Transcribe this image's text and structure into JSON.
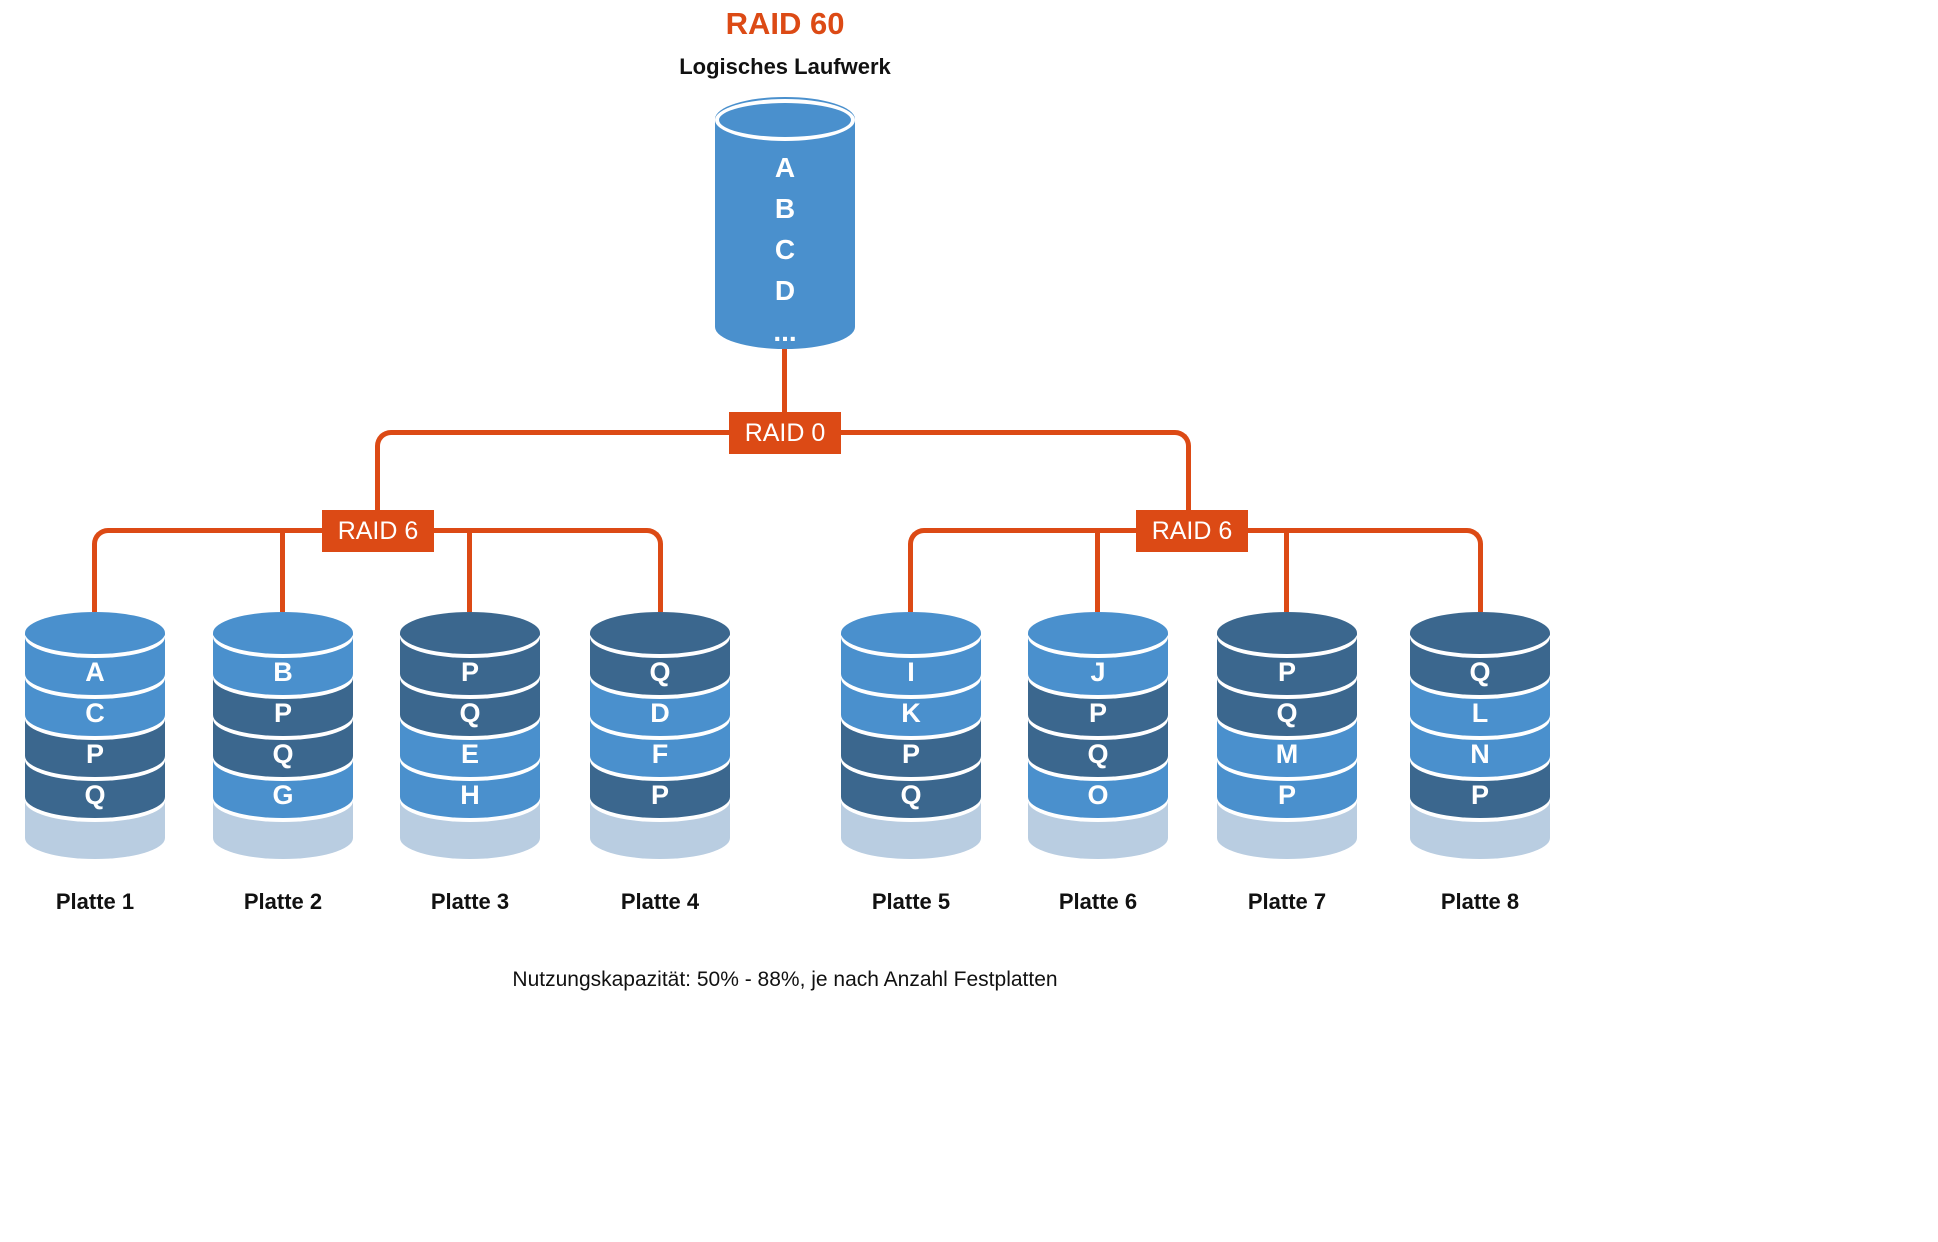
{
  "title": "RAID 60",
  "subtitle": "Logisches Laufwerk",
  "caption": "Nutzungskapazität: 50% - 88%, je nach Anzahl Festplatten",
  "colors": {
    "orange": "#dc4a15",
    "lightblue": "#4a90cd",
    "darkblue": "#3b678e",
    "base": "#b9cde1"
  },
  "logical_drive": {
    "blocks": [
      "A",
      "B",
      "C",
      "D",
      "..."
    ]
  },
  "nodes": {
    "raid0": "RAID 0",
    "raid6_left": "RAID 6",
    "raid6_right": "RAID 6"
  },
  "disks": [
    {
      "label": "Platte 1",
      "segments": [
        {
          "text": "A",
          "type": "data"
        },
        {
          "text": "C",
          "type": "data"
        },
        {
          "text": "P",
          "type": "parity"
        },
        {
          "text": "Q",
          "type": "parity"
        }
      ]
    },
    {
      "label": "Platte 2",
      "segments": [
        {
          "text": "B",
          "type": "data"
        },
        {
          "text": "P",
          "type": "parity"
        },
        {
          "text": "Q",
          "type": "parity"
        },
        {
          "text": "G",
          "type": "data"
        }
      ]
    },
    {
      "label": "Platte 3",
      "segments": [
        {
          "text": "P",
          "type": "parity"
        },
        {
          "text": "Q",
          "type": "parity"
        },
        {
          "text": "E",
          "type": "data"
        },
        {
          "text": "H",
          "type": "data"
        }
      ]
    },
    {
      "label": "Platte 4",
      "segments": [
        {
          "text": "Q",
          "type": "parity"
        },
        {
          "text": "D",
          "type": "data"
        },
        {
          "text": "F",
          "type": "data"
        },
        {
          "text": "P",
          "type": "parity"
        }
      ]
    },
    {
      "label": "Platte 5",
      "segments": [
        {
          "text": "I",
          "type": "data"
        },
        {
          "text": "K",
          "type": "data"
        },
        {
          "text": "P",
          "type": "parity"
        },
        {
          "text": "Q",
          "type": "parity"
        }
      ]
    },
    {
      "label": "Platte 6",
      "segments": [
        {
          "text": "J",
          "type": "data"
        },
        {
          "text": "P",
          "type": "parity"
        },
        {
          "text": "Q",
          "type": "parity"
        },
        {
          "text": "O",
          "type": "data"
        }
      ]
    },
    {
      "label": "Platte 7",
      "segments": [
        {
          "text": "P",
          "type": "parity"
        },
        {
          "text": "Q",
          "type": "parity"
        },
        {
          "text": "M",
          "type": "data"
        },
        {
          "text": "P",
          "type": "data"
        }
      ]
    },
    {
      "label": "Platte 8",
      "segments": [
        {
          "text": "Q",
          "type": "parity"
        },
        {
          "text": "L",
          "type": "data"
        },
        {
          "text": "N",
          "type": "data"
        },
        {
          "text": "P",
          "type": "parity"
        }
      ]
    }
  ]
}
